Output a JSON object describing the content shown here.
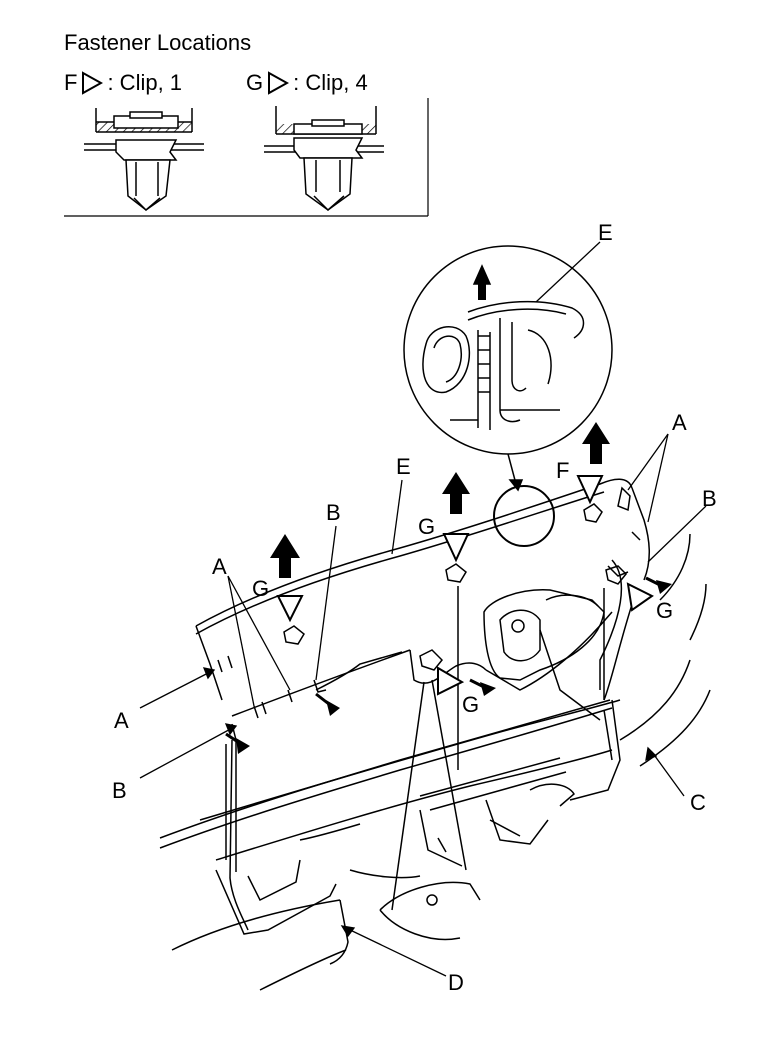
{
  "title": "Fastener Locations",
  "legend": {
    "f": {
      "letter": "F",
      "desc": ": Clip, 1"
    },
    "g": {
      "letter": "G",
      "desc": ": Clip, 4"
    }
  },
  "callouts": {
    "A": "A",
    "B": "B",
    "C": "C",
    "D": "D",
    "E": "E",
    "F": "F",
    "G": "G"
  },
  "colors": {
    "ink": "#000000",
    "paper": "#ffffff",
    "hatch": "#000000"
  }
}
